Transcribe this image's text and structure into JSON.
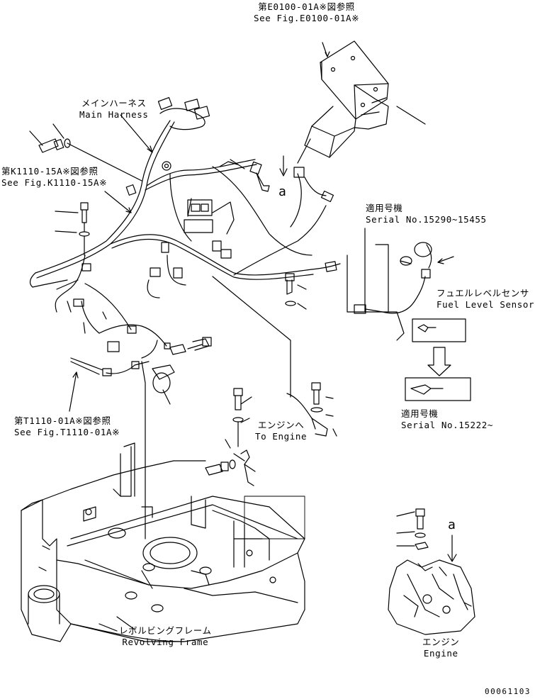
{
  "labels": {
    "e0100_ref": {
      "jp": "第E0100-01A※図参照",
      "en": "See Fig.E0100-01A※"
    },
    "main_harness": {
      "jp": "メインハーネス",
      "en": "Main Harness"
    },
    "k1110_ref": {
      "jp": "第K1110-15A※図参照",
      "en": "See Fig.K1110-15A※"
    },
    "serial_a": {
      "jp": "適用号機",
      "en": "Serial No.15290~15455"
    },
    "fuel_level_sensor": {
      "jp": "フュエルレベルセンサ",
      "en": "Fuel Level Sensor"
    },
    "serial_b": {
      "jp": "適用号機",
      "en": "Serial No.15222~"
    },
    "t1110_ref": {
      "jp": "第T1110-01A※図参照",
      "en": "See Fig.T1110-01A※"
    },
    "to_engine": {
      "jp": "エンジンへ",
      "en": "To Engine"
    },
    "revolving_frame": {
      "jp": "レボルビングフレーム",
      "en": "Revolving Frame"
    },
    "engine": {
      "jp": "エンジン",
      "en": "Engine"
    }
  },
  "callouts": {
    "a_top": "a",
    "a_bottom": "a"
  },
  "document_number": "00061103"
}
